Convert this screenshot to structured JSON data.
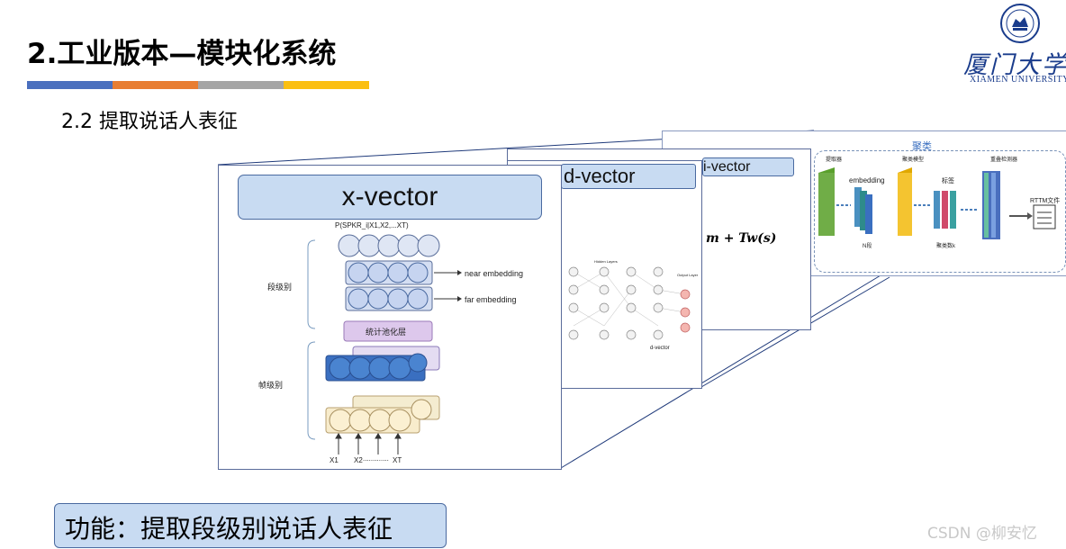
{
  "title": "2.工业版本—模块化系统",
  "subtitle": "2.2 提取说话人表征",
  "accent_bars": [
    "#4a6fbe",
    "#e87d31",
    "#a5a5a5",
    "#fbbf11"
  ],
  "logo": {
    "name_cn": "厦门大学",
    "name_en": "XIAMEN UNIVERSITY"
  },
  "pipeline": {
    "cluster_label": "聚类",
    "extractor_label": "提取器",
    "embedding_label": "embedding",
    "n_segments_label": "N段",
    "cluster_model_label": "聚类模型",
    "tags_label": "标签",
    "cluster_count_label": "聚类数k",
    "overlap_label": "重叠检测器",
    "rttm_label": "RTTM文件"
  },
  "ivector": {
    "title": "i-vector",
    "formula": "m + Tw(s)"
  },
  "dvector": {
    "title": "d-vector",
    "hidden_label": "Hidden Layers",
    "output_label": "Output Layer",
    "caption": "d-vector"
  },
  "xvector": {
    "title": "x-vector",
    "prob_label": "P(SPKR_i|X1,X2,...XT)",
    "segment_level": "段级别",
    "frame_level": "帧级别",
    "near_embedding": "near embedding",
    "far_embedding": "far embedding",
    "stats_pool": "统计池化层",
    "inputs": [
      "X1",
      "X2",
      "XT"
    ],
    "dots": "............."
  },
  "function_text": "功能：提取段级别说话人表征",
  "watermark": "CSDN @柳安忆"
}
